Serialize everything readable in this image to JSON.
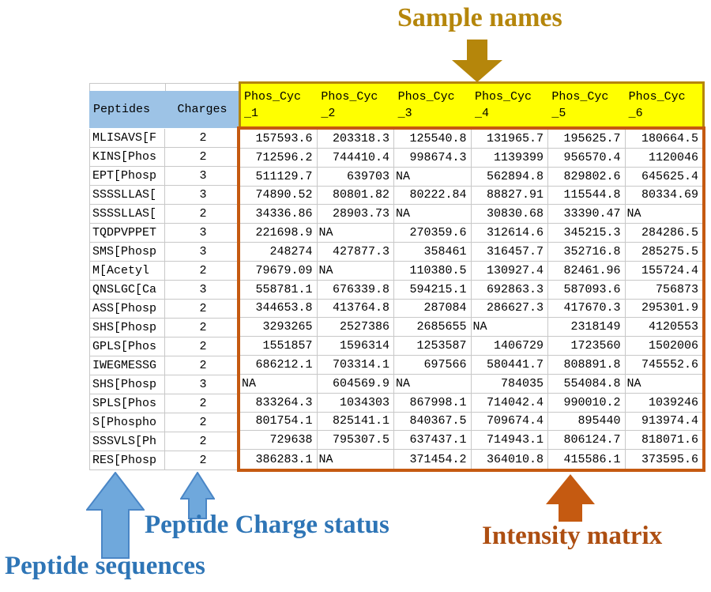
{
  "annotations": {
    "sample_names": "Sample names",
    "peptide_charge_status": "Peptide Charge status",
    "peptide_sequences": "Peptide sequences",
    "intensity_matrix": "Intensity matrix"
  },
  "colors": {
    "header_fill_blue": "#9dc3e6",
    "sample_header_fill": "#ffff00",
    "sample_header_border": "#b5860b",
    "matrix_border": "#c55a11",
    "annotation_gold": "#b5860b",
    "annotation_blue": "#2e75b6",
    "annotation_orange": "#ad4e11",
    "arrow_blue_fill": "#6fa8dc",
    "gridline": "#c8c8c8"
  },
  "table": {
    "peptides_header": "Peptides",
    "charges_header": "Charges",
    "sample_columns": [
      "Phos_Cyc_1",
      "Phos_Cyc_2",
      "Phos_Cyc_3",
      "Phos_Cyc_4",
      "Phos_Cyc_5",
      "Phos_Cyc_6"
    ],
    "na_label": "NA",
    "rows": [
      {
        "peptide": "MLISAVS[F",
        "charge": "2",
        "values": [
          "157593.6",
          "203318.3",
          "125540.8",
          "131965.7",
          "195625.7",
          "180664.5"
        ]
      },
      {
        "peptide": "KINS[Phos",
        "charge": "2",
        "values": [
          "712596.2",
          "744410.4",
          "998674.3",
          "1139399",
          "956570.4",
          "1120046"
        ]
      },
      {
        "peptide": "EPT[Phosp",
        "charge": "3",
        "values": [
          "511129.7",
          "639703",
          "NA",
          "562894.8",
          "829802.6",
          "645625.4"
        ]
      },
      {
        "peptide": "SSSSLLAS[",
        "charge": "3",
        "values": [
          "74890.52",
          "80801.82",
          "80222.84",
          "88827.91",
          "115544.8",
          "80334.69"
        ]
      },
      {
        "peptide": "SSSSLLAS[",
        "charge": "2",
        "values": [
          "34336.86",
          "28903.73",
          "NA",
          "30830.68",
          "33390.47",
          "NA"
        ]
      },
      {
        "peptide": "TQDPVPPET",
        "charge": "3",
        "values": [
          "221698.9",
          "NA",
          "270359.6",
          "312614.6",
          "345215.3",
          "284286.5"
        ]
      },
      {
        "peptide": "SMS[Phosp",
        "charge": "3",
        "values": [
          "248274",
          "427877.3",
          "358461",
          "316457.7",
          "352716.8",
          "285275.5"
        ]
      },
      {
        "peptide": "M[Acetyl",
        "charge": "2",
        "values": [
          "79679.09",
          "NA",
          "110380.5",
          "130927.4",
          "82461.96",
          "155724.4"
        ]
      },
      {
        "peptide": "QNSLGC[Ca",
        "charge": "3",
        "values": [
          "558781.1",
          "676339.8",
          "594215.1",
          "692863.3",
          "587093.6",
          "756873"
        ]
      },
      {
        "peptide": "ASS[Phosp",
        "charge": "2",
        "values": [
          "344653.8",
          "413764.8",
          "287084",
          "286627.3",
          "417670.3",
          "295301.9"
        ]
      },
      {
        "peptide": "SHS[Phosp",
        "charge": "2",
        "values": [
          "3293265",
          "2527386",
          "2685655",
          "NA",
          "2318149",
          "4120553"
        ]
      },
      {
        "peptide": "GPLS[Phos",
        "charge": "2",
        "values": [
          "1551857",
          "1596314",
          "1253587",
          "1406729",
          "1723560",
          "1502006"
        ]
      },
      {
        "peptide": "IWEGMESSG",
        "charge": "2",
        "values": [
          "686212.1",
          "703314.1",
          "697566",
          "580441.7",
          "808891.8",
          "745552.6"
        ]
      },
      {
        "peptide": "SHS[Phosp",
        "charge": "3",
        "values": [
          "NA",
          "604569.9",
          "NA",
          "784035",
          "554084.8",
          "NA"
        ]
      },
      {
        "peptide": "SPLS[Phos",
        "charge": "2",
        "values": [
          "833264.3",
          "1034303",
          "867998.1",
          "714042.4",
          "990010.2",
          "1039246"
        ]
      },
      {
        "peptide": "S[Phospho",
        "charge": "2",
        "values": [
          "801754.1",
          "825141.1",
          "840367.5",
          "709674.4",
          "895440",
          "913974.4"
        ]
      },
      {
        "peptide": "SSSVLS[Ph",
        "charge": "2",
        "values": [
          "729638",
          "795307.5",
          "637437.1",
          "714943.1",
          "806124.7",
          "818071.6"
        ]
      },
      {
        "peptide": "RES[Phosp",
        "charge": "2",
        "values": [
          "386283.1",
          "NA",
          "371454.2",
          "364010.8",
          "415586.1",
          "373595.6"
        ]
      }
    ]
  }
}
